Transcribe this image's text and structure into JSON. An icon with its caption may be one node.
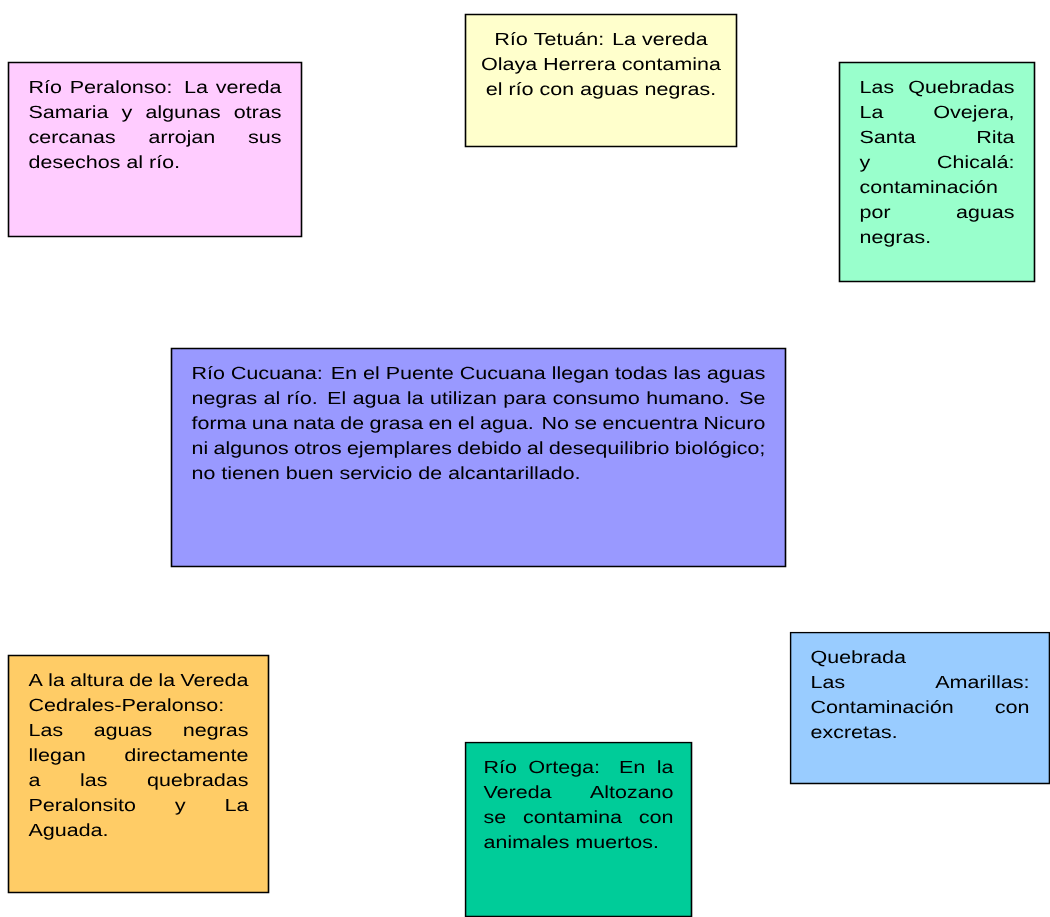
{
  "diagram": {
    "nodes": [
      {
        "text": [
          "Río Peralonso: La vereda Samaria y algunas otras cercanas arrojan sus desechos al río."
        ]
      },
      {
        "text": [
          "Río Tetuán: La vereda Olaya Herrera contamina el río con aguas negras."
        ]
      },
      {
        "text": [
          "Las Quebradas La Ovejera, Santa Rita y Chicalá: contaminación por aguas negras."
        ]
      },
      {
        "text": [
          "Río Cucuana: En el Puente Cucuana llegan todas las aguas negras al río. El agua la utilizan para consumo humano. Se forma una nata de grasa en el agua. No se encuentra Nicuro ni algunos otros ejemplares debido al desequilibrio biológico; no tienen buen servicio de alcantarillado."
        ]
      },
      {
        "text": [
          "A la altura de la Vereda Cedrales-Peralonso: Las aguas negras llegan directamente a las quebradas Peralonsito y La Aguada."
        ]
      },
      {
        "text": [
          "Quebrada Las Amarillas: Contaminación con excretas."
        ]
      },
      {
        "text": [
          "Río Ortega: En la Vereda Altozano se contamina con animales muertos."
        ]
      }
    ]
  }
}
